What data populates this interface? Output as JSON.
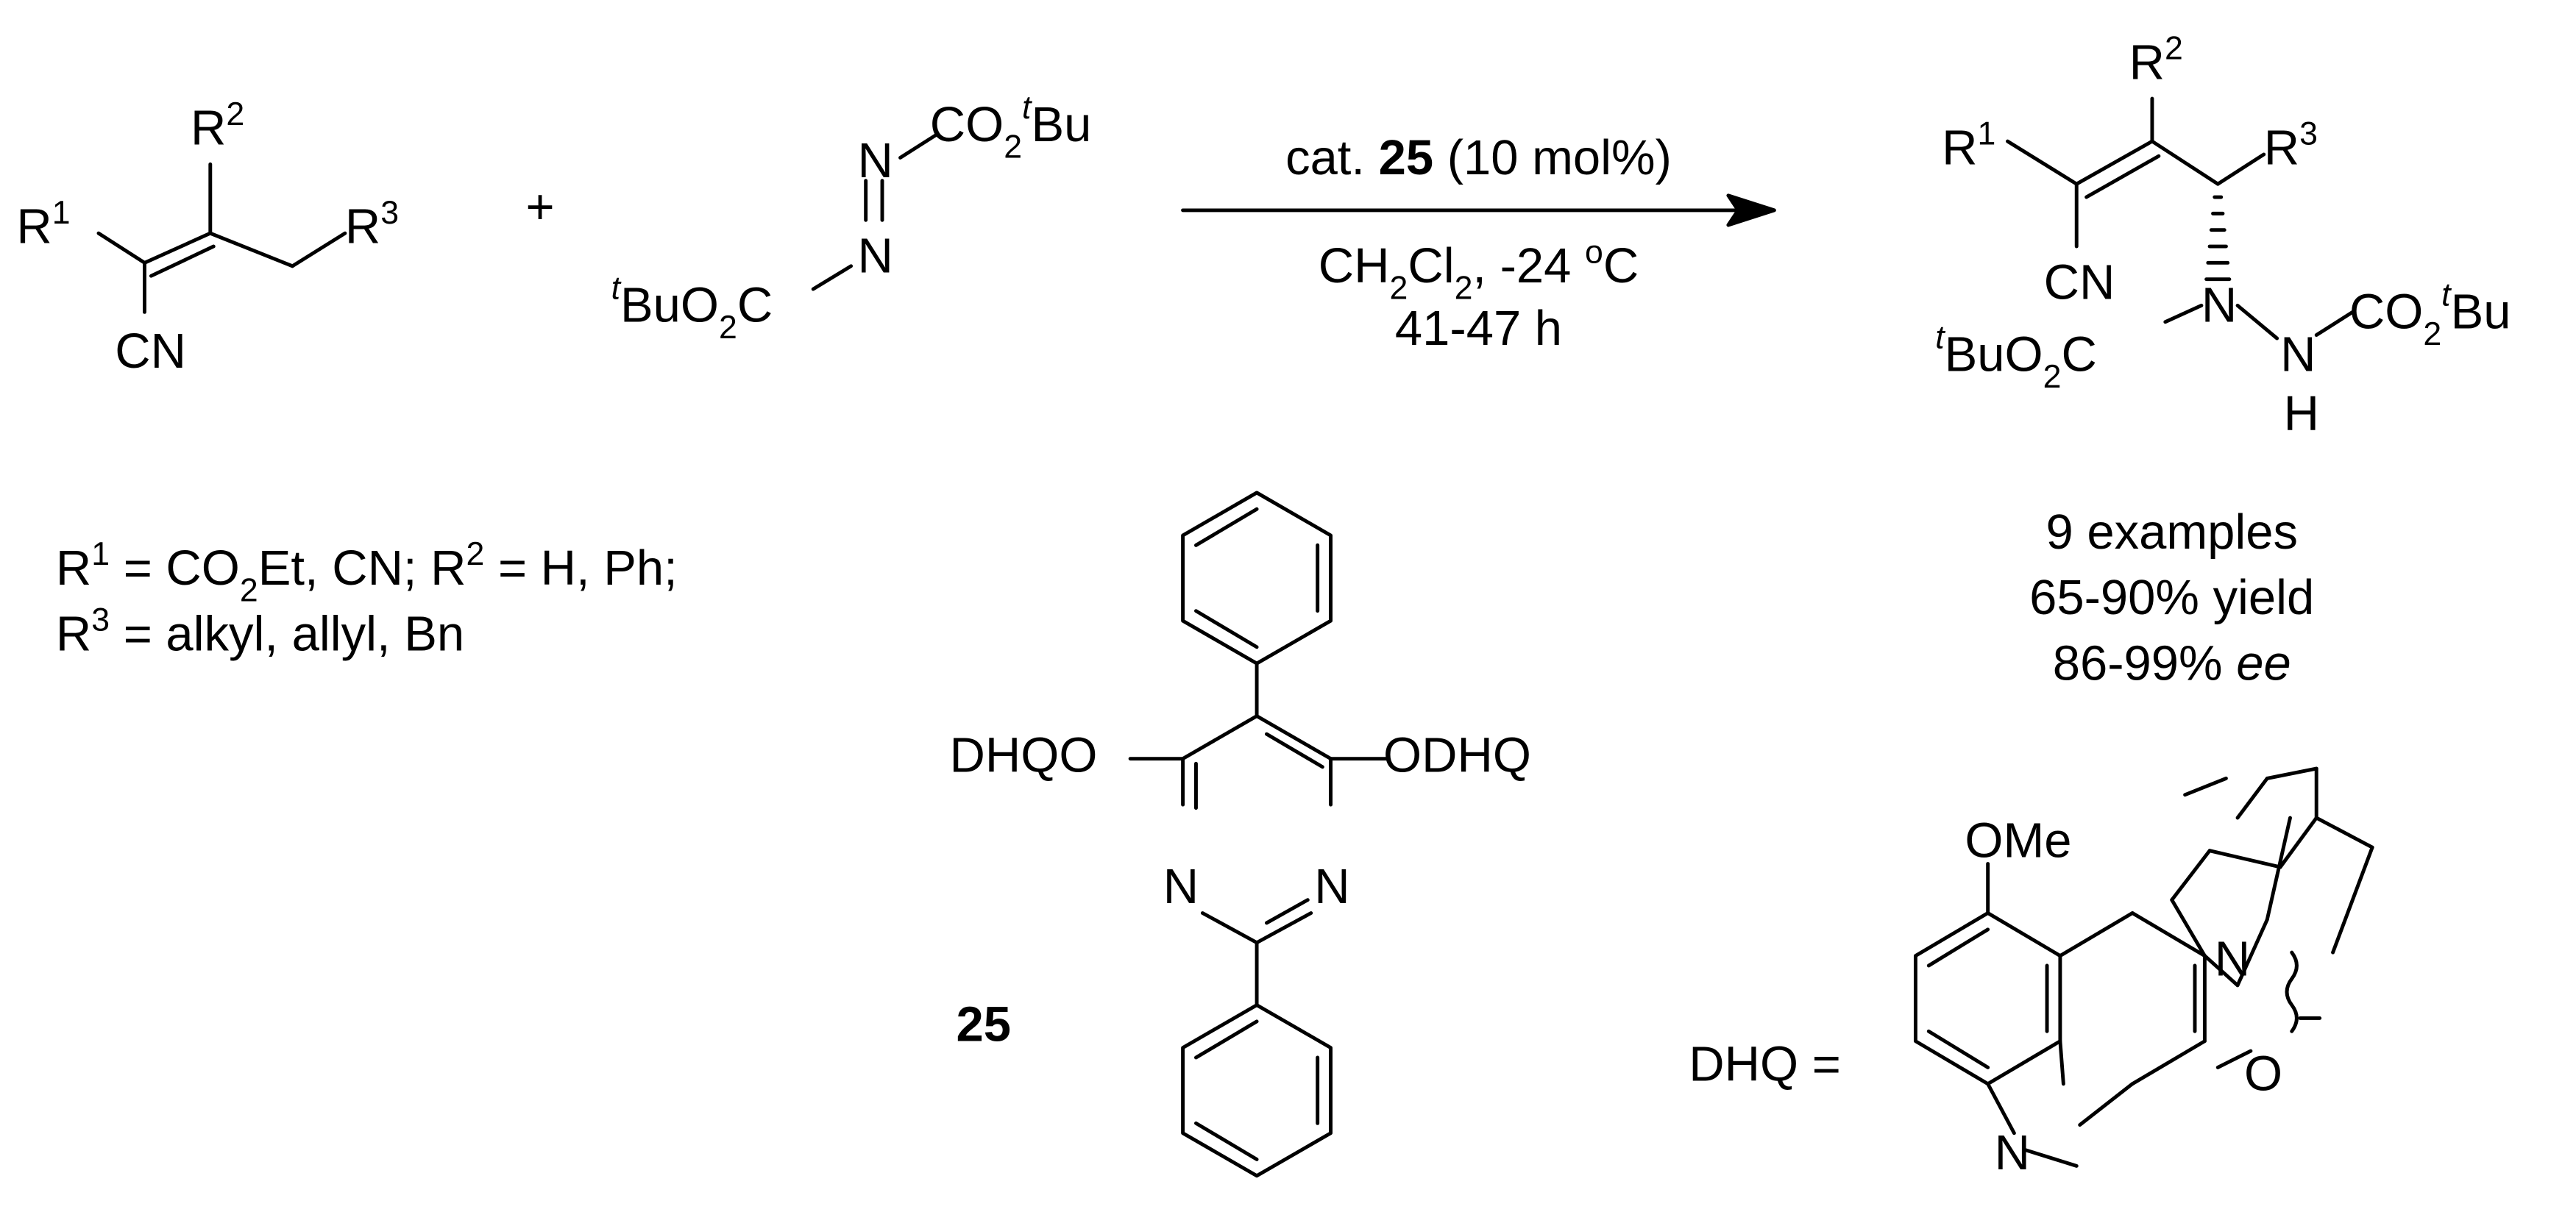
{
  "scheme": {
    "plus": "+",
    "reactant1": {
      "r1": "R",
      "r1_sup": "1",
      "r2": "R",
      "r2_sup": "2",
      "r3": "R",
      "r3_sup": "3",
      "cn": "CN"
    },
    "reactant2": {
      "top_co2": "CO",
      "top_co2_sub": "2",
      "top_t": "t",
      "top_bu": "Bu",
      "n_top": "N",
      "n_bottom": "N",
      "left_t": "t",
      "left_buo": "BuO",
      "left_buo_sub": "2",
      "left_c": "C"
    },
    "conditions": {
      "catalyst_prefix": "cat. ",
      "catalyst_id": "25",
      "catalyst_loading": " (10 mol%)",
      "solvent_ch": "CH",
      "solvent_sub1": "2",
      "solvent_cl": "Cl",
      "solvent_sub2": "2",
      "temperature_value": ", -24 ",
      "temperature_deg": "o",
      "temperature_unit": "C",
      "time": "41-47 h"
    },
    "product": {
      "r1": "R",
      "r1_sup": "1",
      "r2": "R",
      "r2_sup": "2",
      "r3": "R",
      "r3_sup": "3",
      "cn": "CN",
      "n1": "N",
      "n2": "N",
      "h": "H",
      "right_co2": "CO",
      "right_co2_sub": "2",
      "right_t": "t",
      "right_bu": "Bu",
      "left_t": "t",
      "left_buo": "BuO",
      "left_buo_sub": "2",
      "left_c": "C"
    },
    "substituents": {
      "line1_r": "R",
      "line1_sup1": "1",
      "line1_a": " = CO",
      "line1_sub": "2",
      "line1_b": "Et, CN; R",
      "line1_sup2": "2",
      "line1_c": " = H, Ph;",
      "line2_r": "R",
      "line2_sup": "3",
      "line2_rest": " = alkyl, allyl, Bn"
    },
    "results": {
      "examples": "9 examples",
      "yield": "65-90% yield",
      "ee_value": "86-99% ",
      "ee_label": "ee"
    },
    "catalyst": {
      "label": "25",
      "left_group": "DHQO",
      "right_group": "ODHQ",
      "n_left": "N",
      "n_right": "N"
    },
    "dhq": {
      "label": "DHQ =",
      "ome": "OMe",
      "n_bridge": "N",
      "n_ring": "N",
      "o": "O"
    }
  }
}
